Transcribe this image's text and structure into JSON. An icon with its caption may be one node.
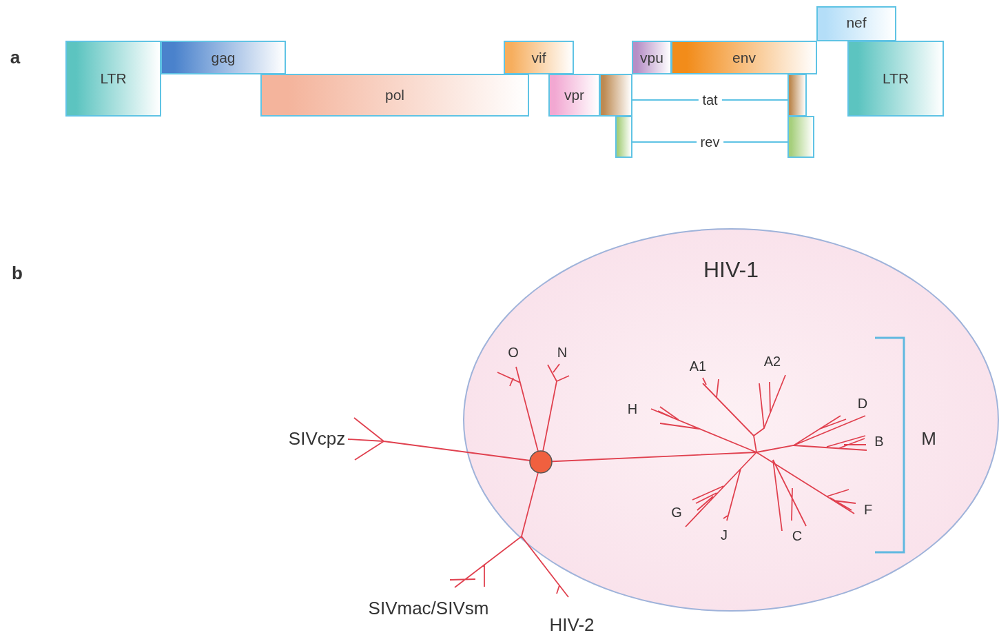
{
  "diagram": {
    "nodes": [
      {
        "text": [
          "LTR"
        ]
      },
      {
        "text": [
          "gag"
        ]
      },
      {
        "text": [
          "pol"
        ]
      },
      {
        "text": [
          "vif"
        ]
      },
      {
        "text": [
          "vpr"
        ]
      },
      {
        "text": [],
        "shape": "box"
      },
      {
        "text": [],
        "shape": "box"
      },
      {
        "text": [
          "vpu"
        ]
      },
      {
        "text": [
          "env"
        ]
      },
      {
        "text": [],
        "shape": "box"
      },
      {
        "text": [],
        "shape": "box"
      },
      {
        "text": [
          "nef"
        ]
      },
      {
        "text": [
          "LTR"
        ]
      },
      {
        "text": [
          "HIV-1"
        ]
      }
    ],
    "edges": [
      {
        "from": 5,
        "to": 9,
        "arrow": "none",
        "label": "tat"
      },
      {
        "from": 6,
        "to": 10,
        "arrow": "none",
        "label": "rev"
      }
    ],
    "labels": [
      "a",
      "b",
      "O",
      "N",
      "A1",
      "A2",
      "H",
      "D",
      "SIVcpz",
      "B",
      "M",
      "G",
      "F",
      "J",
      "C",
      "SIVmac/SIVsm",
      "HIV-2"
    ]
  }
}
